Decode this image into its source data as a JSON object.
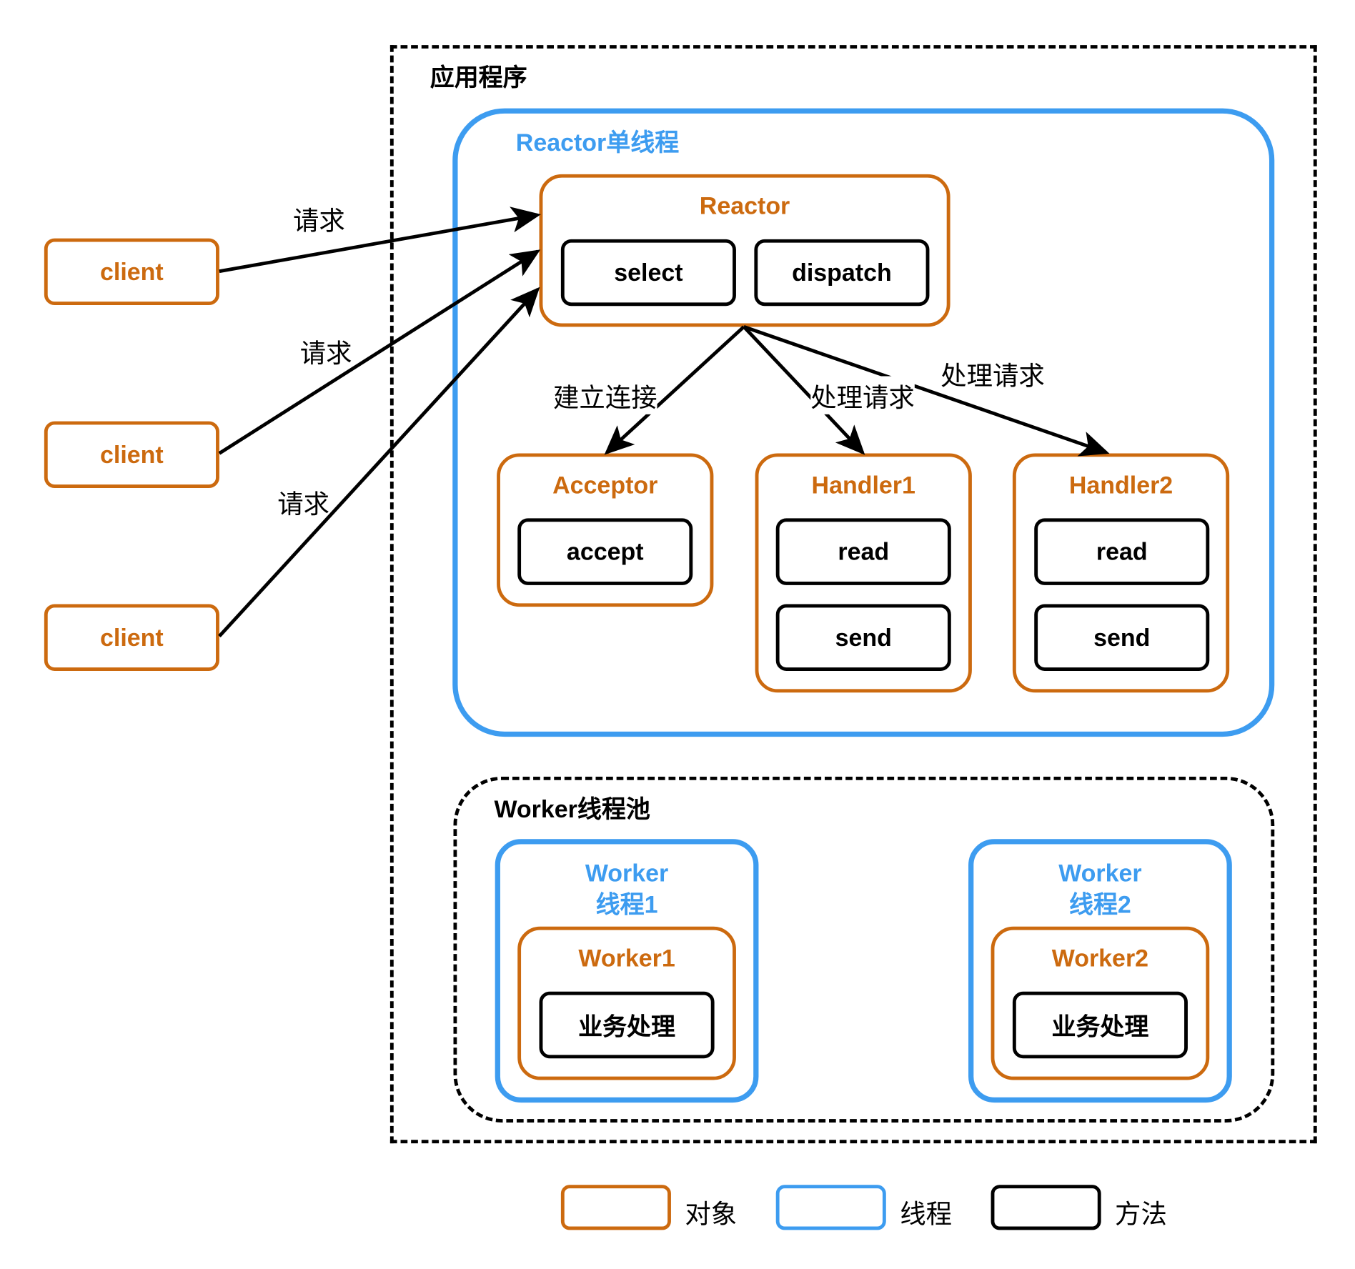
{
  "app_group": "应用程序",
  "reactor_thread": "Reactor单线程",
  "reactor": {
    "title": "Reactor",
    "methods": [
      "select",
      "dispatch"
    ]
  },
  "acceptor": {
    "title": "Acceptor",
    "method": "accept"
  },
  "handler1": {
    "title": "Handler1",
    "methods": [
      "read",
      "send"
    ]
  },
  "handler2": {
    "title": "Handler2",
    "methods": [
      "read",
      "send"
    ]
  },
  "clients": [
    "client",
    "client",
    "client"
  ],
  "edge_labels": {
    "request_1": "请求",
    "request_2": "请求",
    "request_3": "请求",
    "connect": "建立连接",
    "handle_1": "处理请求",
    "handle_2": "处理请求"
  },
  "worker_pool": "Worker线程池",
  "worker_thread_1": {
    "line1": "Worker",
    "line2": "线程1",
    "object": "Worker1",
    "method": "业务处理"
  },
  "worker_thread_2": {
    "line1": "Worker",
    "line2": "线程2",
    "object": "Worker2",
    "method": "业务处理"
  },
  "legend": {
    "object": "对象",
    "thread": "线程",
    "method": "方法"
  },
  "colors": {
    "object": "#cc6a0f",
    "thread": "#3d9cf0",
    "method": "#000000"
  }
}
